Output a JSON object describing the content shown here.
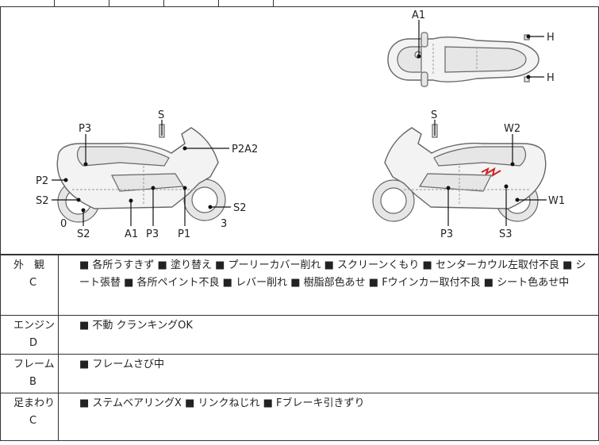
{
  "diagram_labels": {
    "left": {
      "S": "S",
      "P3_top": "P3",
      "P2A2": "P2A2",
      "P2": "P2",
      "S2_left": "S2",
      "S2_right": "S2",
      "zero": "0",
      "S2_bottom": "S2",
      "A1": "A1",
      "P3_bottom": "P3",
      "P1": "P1",
      "three": "3"
    },
    "right": {
      "S": "S",
      "W2": "W2",
      "W1": "W1",
      "P3": "P3",
      "S3": "S3"
    },
    "top": {
      "A1": "A1",
      "H_top": "H",
      "H_bottom": "H"
    }
  },
  "conditions": [
    {
      "category": "外　観",
      "grade": "C",
      "details": "■ 各所うすきず ■ 塗り替え ■ プーリーカバー削れ ■ スクリーンくもり ■ センターカウル左取付不良 ■ シート張替 ■ 各所ペイント不良 ■ レバー削れ ■ 樹脂部色あせ ■ Fウインカー取付不良 ■ シート色あせ中"
    },
    {
      "category": "エンジン",
      "grade": "D",
      "details": "■ 不動 クランキングOK"
    },
    {
      "category": "フレーム",
      "grade": "B",
      "details": "■ フレームさび中"
    },
    {
      "category": "足まわり",
      "grade": "C",
      "details": "■ ステムベアリングX ■ リンクねじれ ■ Fブレーキ引きずり"
    }
  ],
  "colors": {
    "damage_mark": "#cc2222",
    "line": "#333333"
  }
}
